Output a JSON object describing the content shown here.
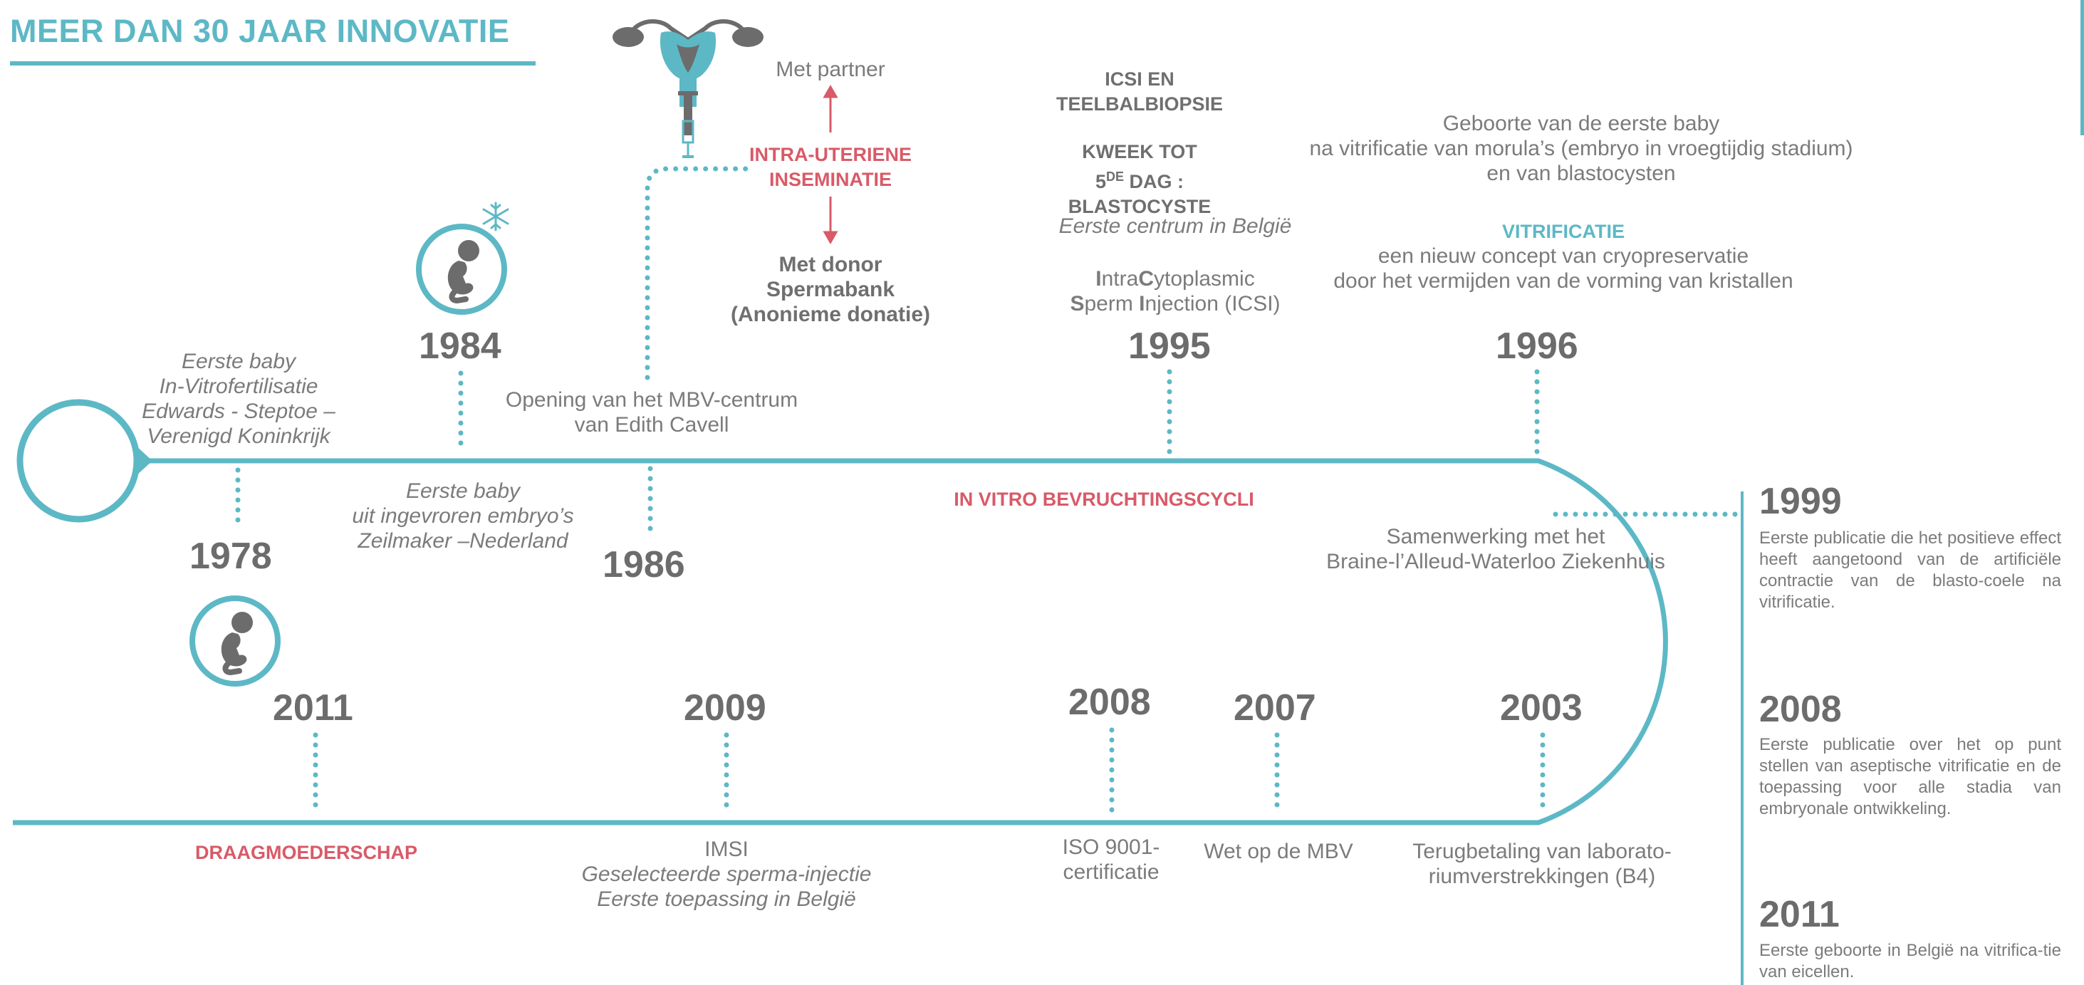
{
  "title": "MEER DAN 30 JAAR INNOVATIE",
  "colors": {
    "teal": "#5db8c6",
    "red": "#d95a68",
    "grey": "#6c6c6c"
  },
  "icons": [
    "baby-icon",
    "snowflake-icon",
    "uterus-icon",
    "arrow-up-icon",
    "arrow-down-icon"
  ],
  "top_row": {
    "e1978": {
      "year": "1978",
      "lines": [
        "Eerste baby",
        "In-Vitrofertilisatie",
        "Edwards - Steptoe –",
        "Verenigd Koninkrijk"
      ]
    },
    "e1984": {
      "year": "1984",
      "lines": [
        "Eerste baby",
        "uit ingevroren embryo’s",
        "Zeilmaker –Nederland"
      ]
    },
    "e1986": {
      "year": "1986",
      "lines": [
        "Opening van het MBV-centrum",
        "van Edith Cavell"
      ]
    },
    "iui": {
      "title_lines": [
        "INTRA-UTERIENE",
        "INSEMINATIE"
      ],
      "partner": "Met partner",
      "donor_lines": [
        "Met donor",
        "Spermabank",
        "(Anonieme donatie)"
      ]
    },
    "e1995": {
      "year": "1995",
      "heading1_lines": [
        "ICSI EN",
        "TEELBALBIOPSIE"
      ],
      "heading2_lines": [
        "KWEEK TOT",
        "DAG :",
        "BLASTOCYSTE"
      ],
      "day_number": "5",
      "day_sup": "DE",
      "first_center": "Eerste centrum in België",
      "icsi_l1": {
        "b1": "I",
        "r1": "ntra",
        "b2": "C",
        "r2": "ytoplasmic"
      },
      "icsi_l2": {
        "b1": "S",
        "r1": "perm ",
        "b2": "I",
        "r2": "njection (ICSI)"
      }
    },
    "e1996": {
      "year": "1996",
      "birth_lines": [
        "Geboorte van de eerste baby",
        "na vitrificatie van morula’s (embryo in vroegtijdig stadium)",
        "en van blastocysten"
      ],
      "vitrificatie": "VITRIFICATIE",
      "concept_lines": [
        "een nieuw concept van cryopreservatie",
        "door het vermijden van de vorming van kristallen"
      ]
    },
    "cycli_label": "IN VITRO BEVRUCHTINGSCYCLI"
  },
  "cooperation_lines": [
    "Samenwerking met het",
    "Braine-l’Alleud-Waterloo Ziekenhuis"
  ],
  "bottom_row": {
    "e2011": {
      "year": "2011",
      "label": "DRAAGMOEDERSCHAP"
    },
    "e2009": {
      "year": "2009",
      "lines": [
        "IMSI",
        "Geselecteerde sperma-injectie",
        "Eerste toepassing in België"
      ]
    },
    "e2008": {
      "year": "2008",
      "lines": [
        "ISO 9001-",
        "certificatie"
      ]
    },
    "e2007": {
      "year": "2007",
      "label": "Wet op de MBV"
    },
    "e2003": {
      "year": "2003",
      "lines": [
        "Terugbetaling van laborato-",
        "riumverstrekkingen (B4)"
      ]
    }
  },
  "side_panel": [
    {
      "year": "1999",
      "text": "Eerste publicatie die het positieve effect heeft aangetoond van de artificiële contractie van de blasto-coele na vitrificatie."
    },
    {
      "year": "2008",
      "text": "Eerste publicatie over het op punt stellen van aseptische vitrificatie en de toepassing voor alle stadia van embryonale ontwikkeling."
    },
    {
      "year": "2011",
      "text": "Eerste geboorte in België na vitrifica-tie van eicellen."
    }
  ]
}
